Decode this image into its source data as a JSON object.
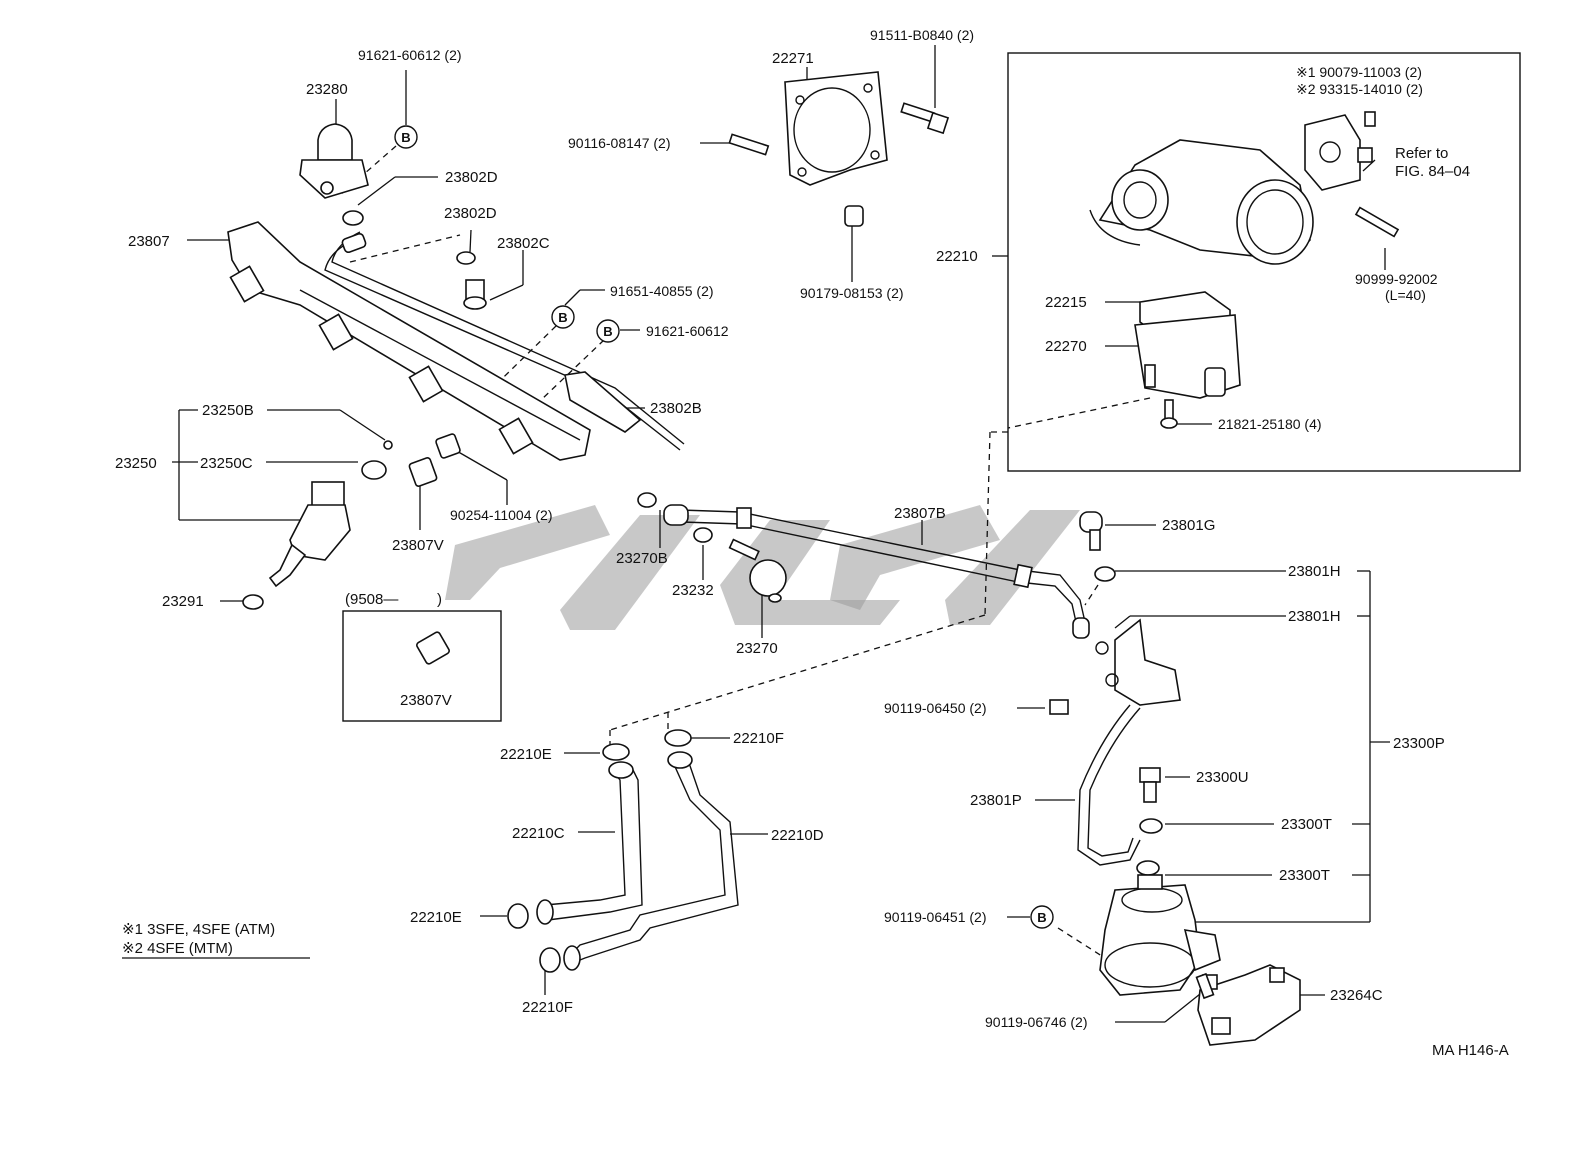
{
  "callouts": {
    "p91621_60612_2": "91621-60612 (2)",
    "p23280": "23280",
    "p23802D_a": "23802D",
    "p23802D_b": "23802D",
    "p23802C": "23802C",
    "p23807": "23807",
    "p91651_40855": "91651-40855 (2)",
    "p91621_60612": "91621-60612",
    "p23802B": "23802B",
    "p23250B": "23250B",
    "p23250": "23250",
    "p23250C": "23250C",
    "p90254_11004": "90254-11004 (2)",
    "p23807V": "23807V",
    "p23291": "23291",
    "p9508": "(9508—",
    "p9508_close": ")",
    "p23807V_box": "23807V",
    "p22271": "22271",
    "p91511_B0840": "91511-B0840 (2)",
    "p90116_08147": "90116-08147 (2)",
    "p90179_08153": "90179-08153 (2)",
    "p90079_11003": "※1 90079-11003 (2)",
    "p93315_14010": "※2 93315-14010 (2)",
    "p_refer1": "Refer to",
    "p_refer2": "FIG. 84–04",
    "p22210": "22210",
    "p90999_92002": "90999-92002",
    "p_L40": "(L=40)",
    "p22215": "22215",
    "p22270": "22270",
    "p21821_25180": "21821-25180 (4)",
    "p23270B": "23270B",
    "p23232": "23232",
    "p23270": "23270",
    "p23807B": "23807B",
    "p23801G": "23801G",
    "p23801H_a": "23801H",
    "p23801H_b": "23801H",
    "p90119_06450": "90119-06450 (2)",
    "p23300P": "23300P",
    "p23300U": "23300U",
    "p23801P": "23801P",
    "p23300T_a": "23300T",
    "p23300T_b": "23300T",
    "p90119_06451": "90119-06451 (2)",
    "p23264C": "23264C",
    "p90119_06746": "90119-06746 (2)",
    "p22210E_a": "22210E",
    "p22210F_a": "22210F",
    "p22210C": "22210C",
    "p22210D": "22210D",
    "p22210E_b": "22210E",
    "p22210F_b": "22210F"
  },
  "b_marker": "B",
  "legend": {
    "note1": "※1 3SFE, 4SFE (ATM)",
    "note2": "※2 4SFE (MTM)"
  },
  "figure_code": "MA H146-A"
}
